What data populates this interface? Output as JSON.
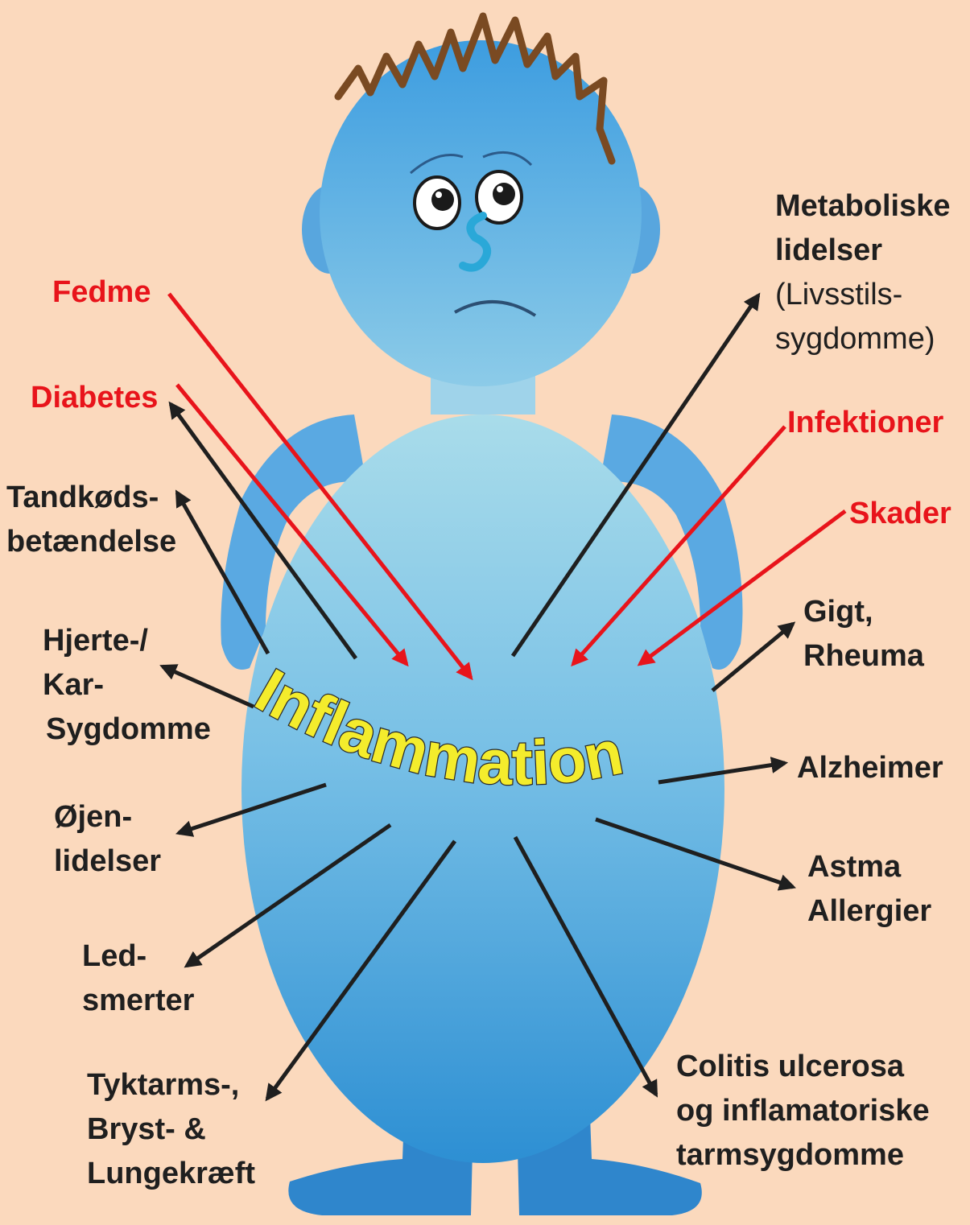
{
  "title": "Inflammation",
  "colors": {
    "background": "#fbd9bd",
    "cause": "#e8141b",
    "effect": "#1f1f1f",
    "body_light": "#a9dcea",
    "body_dark": "#2d8fd3",
    "hair": "#7a4a22",
    "title_fill": "#f4ec2c"
  },
  "causes": [
    {
      "id": "fedme",
      "text": "Fedme"
    },
    {
      "id": "diabetes",
      "text": "Diabetes"
    },
    {
      "id": "infektioner",
      "text": "Infektioner"
    },
    {
      "id": "skader",
      "text": "Skader"
    }
  ],
  "effects": [
    {
      "id": "metabolic",
      "lines": [
        "Metaboliske",
        "lidelser"
      ],
      "sub_lines": [
        "(Livsstils-",
        "sygdomme)"
      ]
    },
    {
      "id": "tandkoed",
      "lines": [
        "Tandkøds-",
        "betændelse"
      ]
    },
    {
      "id": "hjerte",
      "lines": [
        "Hjerte-/",
        "Kar-",
        "Sygdomme"
      ]
    },
    {
      "id": "ojen",
      "lines": [
        "Øjen-",
        "lidelser"
      ]
    },
    {
      "id": "led",
      "lines": [
        "Led-",
        "smerter"
      ]
    },
    {
      "id": "kraeft",
      "lines": [
        "Tyktarms-,",
        "Bryst- &",
        "Lungekræft"
      ]
    },
    {
      "id": "gigt",
      "lines": [
        "Gigt,",
        "Rheuma"
      ]
    },
    {
      "id": "alzheimer",
      "lines": [
        "Alzheimer"
      ]
    },
    {
      "id": "astma",
      "lines": [
        "Astma",
        "Allergier"
      ]
    },
    {
      "id": "colitis",
      "lines": [
        "Colitis ulcerosa",
        "og inflamatoriske",
        "tarmsygdomme"
      ]
    }
  ],
  "icons": {
    "figure": "inflamed-person-illustration",
    "arrow": "arrow-icon"
  }
}
